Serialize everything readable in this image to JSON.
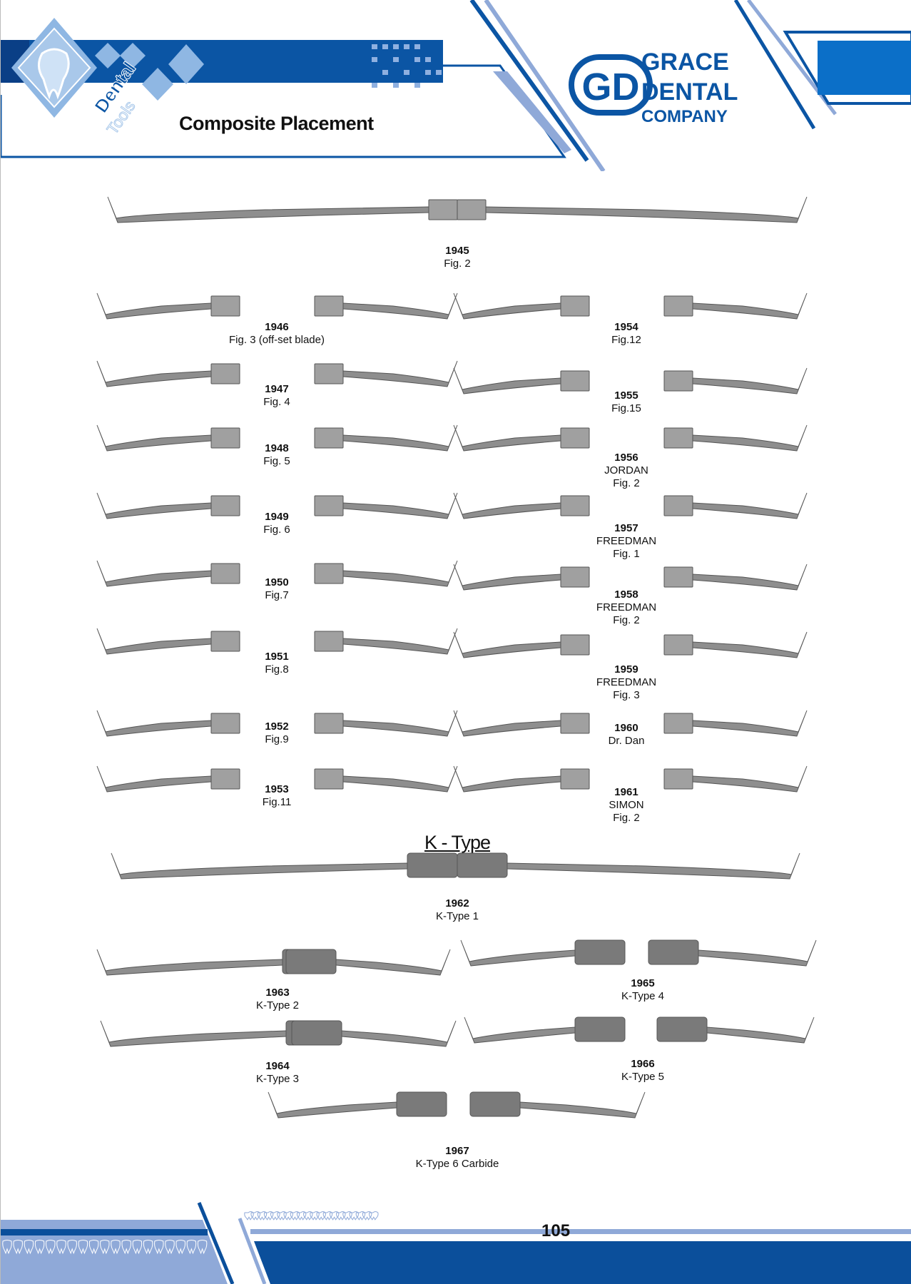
{
  "header": {
    "section_title": "Composite Placement",
    "logo_text": "Dental Tools",
    "brand_line1": "GRACE",
    "brand_line2": "DENTAL",
    "brand_line3": "COMPANY",
    "brand_mark": "GD"
  },
  "colors": {
    "dark_blue": "#0b4f9b",
    "mid_blue": "#1e6fc0",
    "light_blue": "#8fa9d8",
    "steel": "#8c8c8c",
    "handle": "#7a7a7a"
  },
  "products": [
    {
      "code": "1945",
      "lines": [
        "Fig. 2"
      ]
    },
    {
      "code": "1946",
      "lines": [
        "Fig. 3 (off-set blade)"
      ]
    },
    {
      "code": "1947",
      "lines": [
        "Fig. 4"
      ]
    },
    {
      "code": "1948",
      "lines": [
        "Fig. 5"
      ]
    },
    {
      "code": "1949",
      "lines": [
        "Fig. 6"
      ]
    },
    {
      "code": "1950",
      "lines": [
        "Fig.7"
      ]
    },
    {
      "code": "1951",
      "lines": [
        "Fig.8"
      ]
    },
    {
      "code": "1952",
      "lines": [
        "Fig.9"
      ]
    },
    {
      "code": "1953",
      "lines": [
        "Fig.11"
      ]
    },
    {
      "code": "1954",
      "lines": [
        "Fig.12"
      ]
    },
    {
      "code": "1955",
      "lines": [
        "Fig.15"
      ]
    },
    {
      "code": "1956",
      "lines": [
        "JORDAN",
        "Fig. 2"
      ]
    },
    {
      "code": "1957",
      "lines": [
        "FREEDMAN",
        "Fig. 1"
      ]
    },
    {
      "code": "1958",
      "lines": [
        "FREEDMAN",
        "Fig. 2"
      ]
    },
    {
      "code": "1959",
      "lines": [
        "FREEDMAN",
        "Fig. 3"
      ]
    },
    {
      "code": "1960",
      "lines": [
        "Dr. Dan"
      ]
    },
    {
      "code": "1961",
      "lines": [
        "SIMON",
        "Fig. 2"
      ]
    },
    {
      "code": "1962",
      "lines": [
        "K-Type 1"
      ]
    },
    {
      "code": "1963",
      "lines": [
        "K-Type 2"
      ]
    },
    {
      "code": "1964",
      "lines": [
        "K-Type 3"
      ]
    },
    {
      "code": "1965",
      "lines": [
        "K-Type 4"
      ]
    },
    {
      "code": "1966",
      "lines": [
        "K-Type 5"
      ]
    },
    {
      "code": "1967",
      "lines": [
        "K-Type 6 Carbide"
      ]
    }
  ],
  "k_type_heading": "K - Type",
  "footer": {
    "page_number": "105"
  }
}
